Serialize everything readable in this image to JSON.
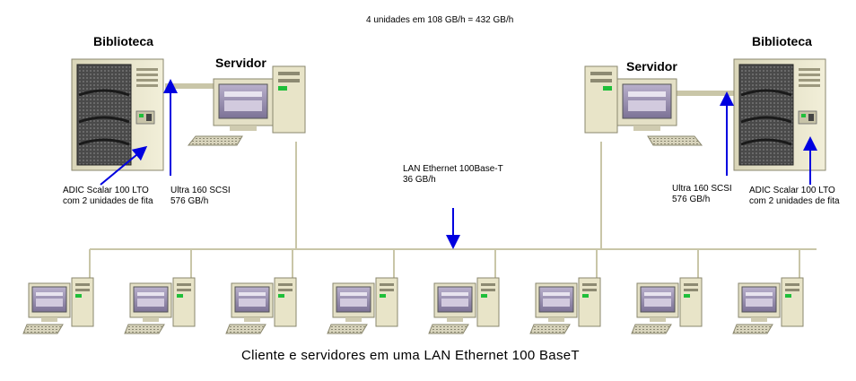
{
  "header": {
    "throughput": "4 unidades em 108 GB/h = 432 GB/h"
  },
  "left": {
    "library_label": "Biblioteca",
    "server_label": "Servidor",
    "library_note_line1": "ADIC Scalar 100 LTO",
    "library_note_line2": "com 2 unidades de fita",
    "scsi_line1": "Ultra 160 SCSI",
    "scsi_line2": "576 GB/h"
  },
  "right": {
    "library_label": "Biblioteca",
    "server_label": "Servidor",
    "library_note_line1": "ADIC Scalar 100 LTO",
    "library_note_line2": "com 2 unidades de fita",
    "scsi_line1": "Ultra 160 SCSI",
    "scsi_line2": "576 GB/h"
  },
  "lan": {
    "line1": "LAN Ethernet 100Base-T",
    "line2": "36 GB/h"
  },
  "clients": {
    "count": 8
  },
  "caption": "Cliente e servidores em uma LAN Ethernet 100 BaseT",
  "colors": {
    "beige": "#e8e4c8",
    "cable": "#c9c6a8",
    "arrow": "#0000e0",
    "screen": "#9a8fb0",
    "dark": "#3a3a3a"
  }
}
